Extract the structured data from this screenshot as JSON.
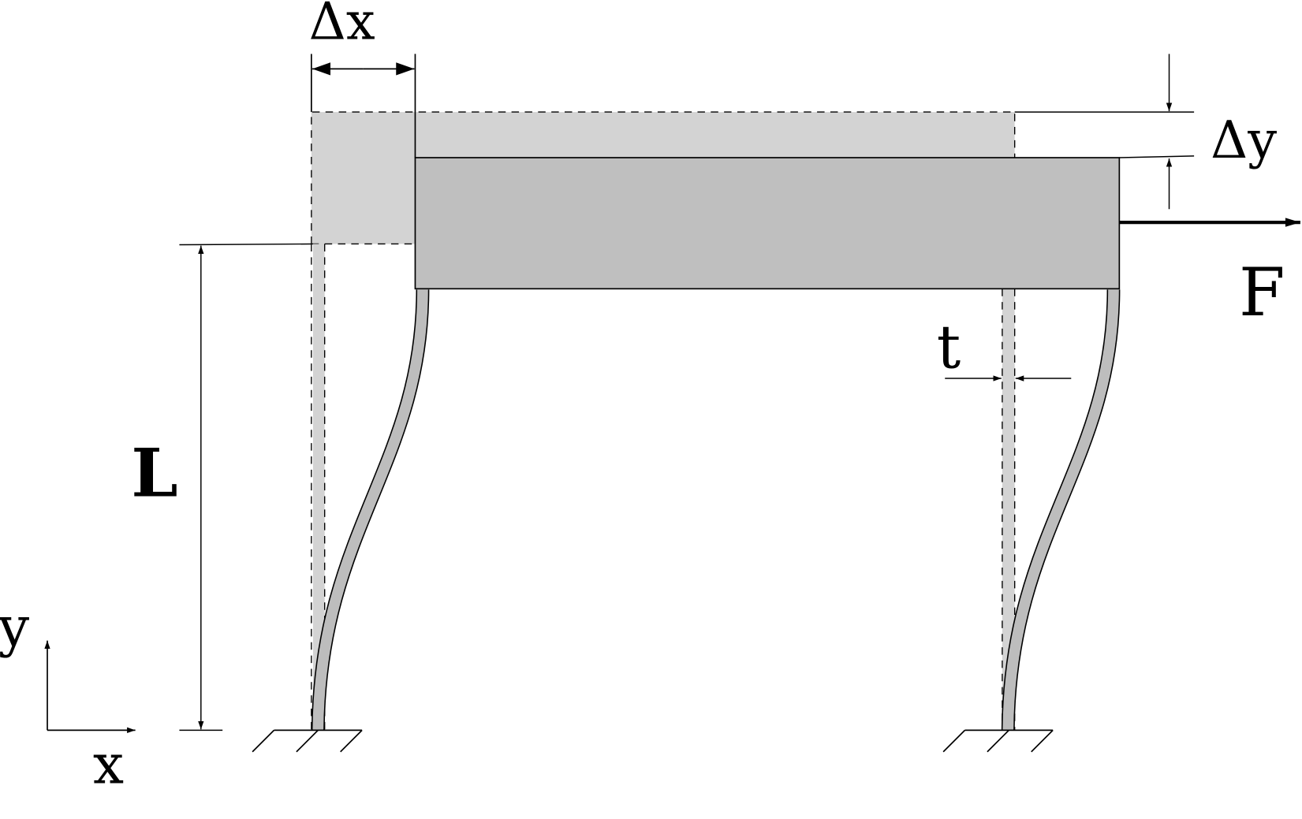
{
  "labels": {
    "dx": "Δx",
    "dy": "Δy",
    "force": "F",
    "length": "L",
    "thickness": "t",
    "axis_y": "y",
    "axis_x": "x"
  },
  "colors": {
    "ghost_fill": "#d3d3d3",
    "block_fill": "#bfbfbf",
    "leg_fill": "#bdbdbd",
    "line": "#000000"
  }
}
